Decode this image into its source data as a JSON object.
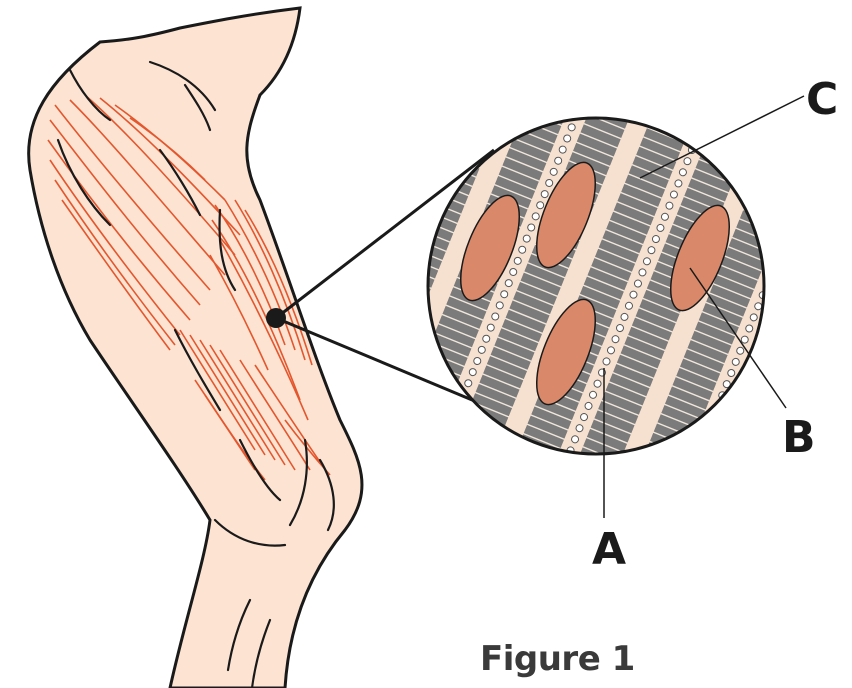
{
  "labels": {
    "a": "A",
    "b": "B",
    "c": "C"
  },
  "caption": "Figure 1",
  "colors": {
    "skin": "#fce3d2",
    "muscle_line": "#e4572e",
    "fiber_fill": "#d9896a",
    "outline": "#1a1a1a",
    "tissue_gray": "#7b7b7b",
    "tissue_light": "#f6e0cf"
  }
}
